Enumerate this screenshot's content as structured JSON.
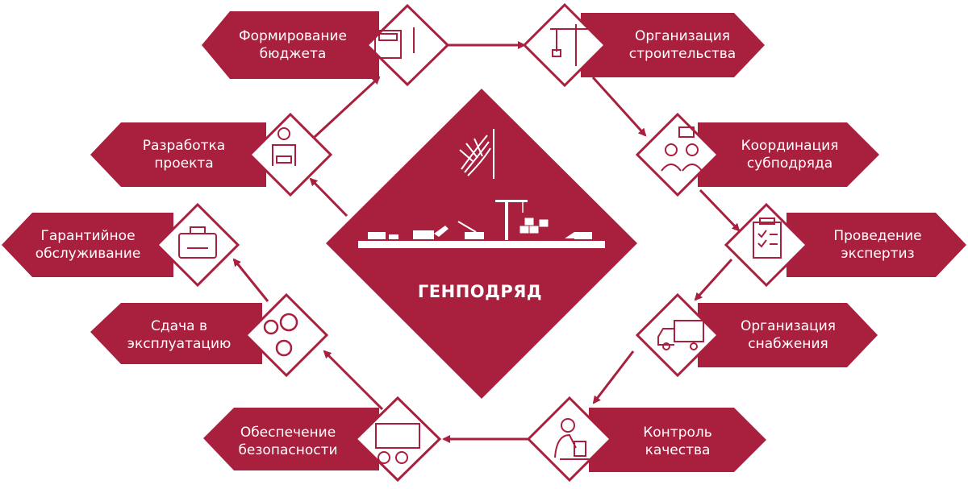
{
  "colors": {
    "primary": "#a8203e",
    "line": "#a8203e",
    "background": "#ffffff"
  },
  "center": {
    "title": "ГЕНПОДРЯД",
    "icons": [
      "logo-icon",
      "construction-site-icon"
    ]
  },
  "steps": [
    {
      "id": "budget",
      "line1": "Формирование",
      "line2": "бюджета",
      "icon": "calculator-icon"
    },
    {
      "id": "construction",
      "line1": "Организация",
      "line2": "строительства",
      "icon": "crane-icon"
    },
    {
      "id": "subcontract",
      "line1": "Координация",
      "line2": "субподряда",
      "icon": "workers-chat-icon"
    },
    {
      "id": "expertise",
      "line1": "Проведение",
      "line2": "экспертиз",
      "icon": "checklist-icon"
    },
    {
      "id": "supply",
      "line1": "Организация",
      "line2": "снабжения",
      "icon": "truck-icon"
    },
    {
      "id": "quality",
      "line1": "Контроль",
      "line2": "качества",
      "icon": "inspector-icon"
    },
    {
      "id": "safety",
      "line1": "Обеспечение",
      "line2": "безопасности",
      "icon": "safety-board-icon"
    },
    {
      "id": "commissioning",
      "line1": "Сдача в",
      "line2": "эксплуатацию",
      "icon": "gears-icon"
    },
    {
      "id": "warranty",
      "line1": "Гарантийное",
      "line2": "обслуживание",
      "icon": "toolbox-icon"
    },
    {
      "id": "design",
      "line1": "Разработка",
      "line2": "проекта",
      "icon": "architect-icon"
    }
  ]
}
